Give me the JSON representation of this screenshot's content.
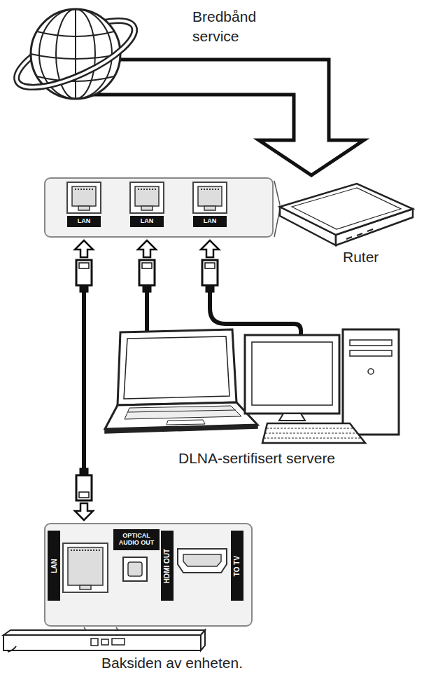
{
  "diagram": {
    "nodes": [
      {
        "text": [
          "Bredbånd service"
        ]
      },
      {
        "text": [
          "Ruter"
        ]
      },
      {
        "text": [
          "LAN",
          "LAN",
          "LAN"
        ]
      },
      {
        "text": [
          "DLNA-sertifisert servere"
        ]
      },
      {
        "text": [
          "LAN",
          "OPTICAL AUDIO OUT",
          "HDMI OUT",
          "TO TV"
        ]
      },
      {
        "text": [
          "Baksiden av enheten."
        ]
      }
    ],
    "edges": [
      {
        "from": 0,
        "to": 1,
        "arrow": "to"
      },
      {
        "from": 3,
        "to": 2,
        "arrow": "to"
      },
      {
        "from": 4,
        "to": 2,
        "arrow": "both"
      }
    ]
  }
}
